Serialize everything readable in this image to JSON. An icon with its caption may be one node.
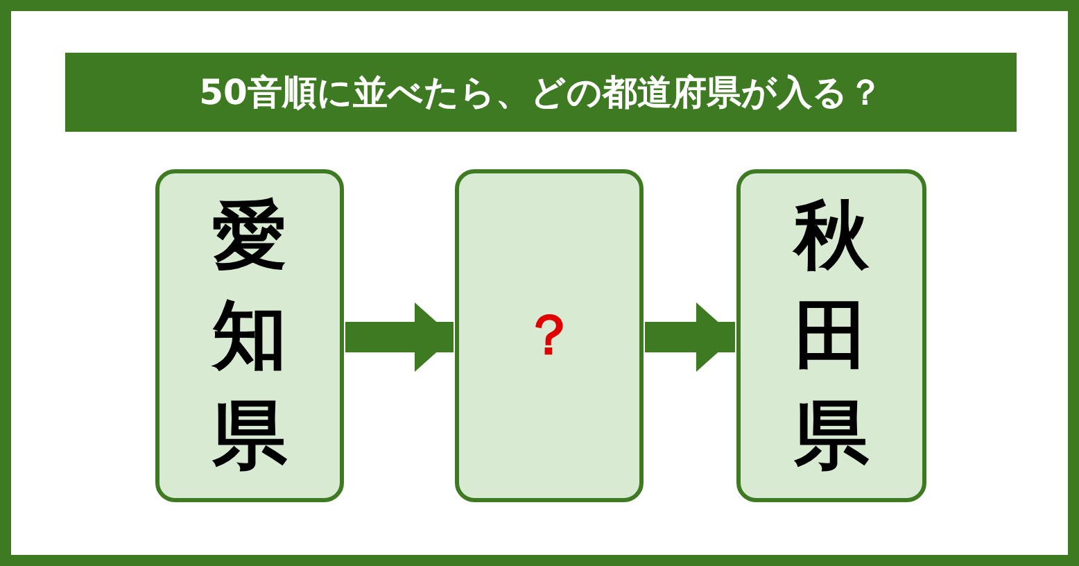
{
  "diagram": {
    "title": "50音順に並べたら、どの都道府県が入る？",
    "nodes": [
      {
        "text": [
          "愛知県"
        ]
      },
      {
        "text": [
          "？"
        ]
      },
      {
        "text": [
          "秋田県"
        ]
      }
    ],
    "edges": [
      {
        "from": 0,
        "to": 1,
        "arrow": "to"
      },
      {
        "from": 1,
        "to": 2,
        "arrow": "to"
      }
    ]
  }
}
